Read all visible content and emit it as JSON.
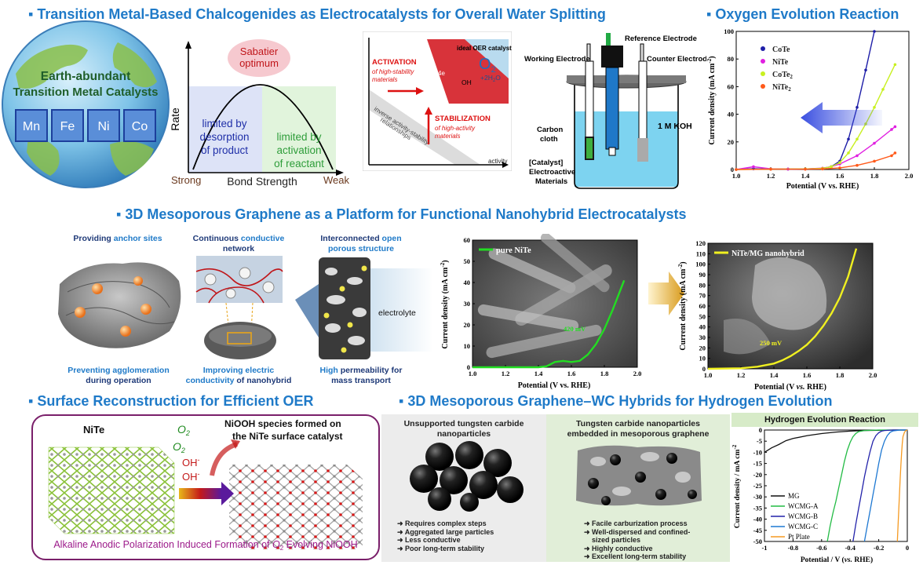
{
  "section_titles": {
    "s1": "Transition Metal-Based Chalcogenides as Electrocatalysts for Overall Water Splitting",
    "s2": "Oxygen Evolution Reaction",
    "s3": "3D Mesoporous Graphene as a Platform for Functional Nanohybrid Electrocatalysts",
    "s4": "Surface Reconstruction for Efficient OER",
    "s5": "3D Mesoporous Graphene–WC Hybrids for Hydrogen Evolution"
  },
  "globe": {
    "line1": "Earth-abundant",
    "line2": "Transition Metal Catalysts",
    "elements": [
      "Mn",
      "Fe",
      "Ni",
      "Co"
    ]
  },
  "sabatier": {
    "optimum_line1": "Sabatier",
    "optimum_line2": "optimum",
    "ylabel": "Rate",
    "xlabel": "Bond  Strength",
    "x_left": "Strong",
    "x_right": "Weak",
    "left_region": [
      "limited by",
      "desorption",
      "of product"
    ],
    "right_region": [
      "limited by",
      "activation",
      "of reactant"
    ]
  },
  "activity_stability": {
    "activation_title": "ACTIVATION",
    "activation_sub1": "of high-stability",
    "activation_sub2": "materials",
    "ideal_label": "ideal OER catalyst",
    "o2": "O",
    "o2_sub": "2",
    "h2o": "+2H",
    "h2o_sub": "2",
    "h2o_end": "O",
    "e_label": "4e",
    "oh_label": "OH",
    "stabilization_title": "STABILIZATION",
    "stabilization_sub1": "of high-activity",
    "stabilization_sub2": "materials",
    "inverse1": "inverse activity-stability",
    "inverse2": "relationships",
    "xaxis": "activity"
  },
  "cell": {
    "reference": "Reference Electrode",
    "working": "Working Electrode",
    "counter": "Counter Electrode",
    "carbon1": "Carbon",
    "carbon2": "cloth",
    "koh": "1 M KOH",
    "catalyst1": "[Catalyst]",
    "catalyst2": "Electroactive",
    "catalyst3": "Materials"
  },
  "oer_chart": {
    "legend": [
      "CoTe",
      "NiTe",
      "CoTe",
      "NiTe"
    ],
    "legend_subs": [
      "",
      "",
      "2",
      "2"
    ],
    "ylabel": "Current density (mA cm",
    "ylabel_sup": "-2",
    "ylabel_end": ")",
    "xlabel": "Potential (V vs. RHE)",
    "xticks": [
      "1.0",
      "1.2",
      "1.4",
      "1.6",
      "1.8",
      "2.0"
    ],
    "yticks": [
      "0",
      "20",
      "40",
      "60",
      "80",
      "100"
    ]
  },
  "platform": {
    "p1_title_a": "Providing ",
    "p1_title_b": "anchor sites",
    "p1_caption1": "Preventing agglomeration",
    "p1_caption2": "during operation",
    "p2_title_a": "Continuous ",
    "p2_title_b": "conductive",
    "p2_title_c": "network",
    "p2_caption1": "Improving electric",
    "p2_caption2a": "conductivity",
    "p2_caption2b": " of nanohybrid",
    "p3_title_a": "Interconnected ",
    "p3_title_b": "open",
    "p3_title_c": "porous structure",
    "p3_caption1a": "High",
    "p3_caption1b": " permeability for",
    "p3_caption2": "mass transport",
    "electrolyte": "electrolyte"
  },
  "nite_chart": {
    "legend": "pure NiTe",
    "annotation": "420 mV",
    "ylabel": "Current density (mA cm",
    "ylabel_sup": "-2",
    "ylabel_end": ")",
    "xlabel": "Potential (V vs. RHE)",
    "xticks": [
      "1.0",
      "1.2",
      "1.4",
      "1.6",
      "1.8",
      "2.0"
    ],
    "yticks": [
      "0",
      "10",
      "20",
      "30",
      "40",
      "50",
      "60"
    ]
  },
  "nitemg_chart": {
    "legend": "NiTe/MG nanohybrid",
    "annotation": "250 mV",
    "ylabel": "Current density (mA cm",
    "ylabel_sup": "-2",
    "ylabel_end": ")",
    "xlabel_a": "Potential (V ",
    "xlabel_b": "vs.",
    "xlabel_c": " RHE)",
    "xticks": [
      "1.0",
      "1.2",
      "1.4",
      "1.6",
      "1.8",
      "2.0"
    ],
    "yticks": [
      "0",
      "10",
      "20",
      "30",
      "40",
      "50",
      "60",
      "70",
      "80",
      "90",
      "100",
      "110",
      "120"
    ]
  },
  "reconstruction": {
    "nite": "NiTe",
    "niooh1": "NiOOH species formed on",
    "niooh2": "the NiTe surface catalyst",
    "o2a": "O",
    "o2b": "O",
    "two": "2",
    "oh": "OH",
    "minus": "-",
    "caption_a": "Alkaline Anodic Polarization Induced Formation of ",
    "caption_o": "O",
    "caption_2": "2",
    "caption_b": " Evolving NiOOH"
  },
  "wc": {
    "left_title1": "Unsupported tungsten carbide",
    "left_title2": "nanoparticles",
    "left_bullets": [
      "Requires complex steps",
      "Aggregated large particles",
      "Less conductive",
      "Poor long-term stability"
    ],
    "right_title1": "Tungsten carbide nanoparticles",
    "right_title2": "embedded in mesoporous graphene",
    "right_bullets": [
      "Facile carburization process",
      "Well-dispersed and confined-",
      "sized particles",
      "Highly conductive",
      "Excellent long-term stability"
    ]
  },
  "her_chart": {
    "title": "Hydrogen Evolution Reaction",
    "legend": [
      "MG",
      "WCMG-A",
      "WCMG-B",
      "WCMG-C",
      "Pt Plate"
    ],
    "ylabel": "Current density / mA cm",
    "ylabel_sup": "-2",
    "xlabel_a": "Potential / V (",
    "xlabel_b": "vs.",
    "xlabel_c": " RHE)",
    "xticks": [
      "-1",
      "-0.8",
      "-0.6",
      "-0.4",
      "-0.2",
      "0"
    ],
    "yticks": [
      "0",
      "-5",
      "-10",
      "-15",
      "-20",
      "-25",
      "-30",
      "-35",
      "-40",
      "-45",
      "-50"
    ]
  },
  "chart_data": [
    {
      "type": "line",
      "title": "Oxygen Evolution Reaction",
      "xlabel": "Potential (V vs. RHE)",
      "ylabel": "Current density (mA cm-2)",
      "xlim": [
        1.0,
        2.0
      ],
      "ylim": [
        0,
        100
      ],
      "series": [
        {
          "name": "CoTe",
          "color": "#1e1ea8",
          "x": [
            1.0,
            1.1,
            1.2,
            1.3,
            1.4,
            1.5,
            1.55,
            1.6,
            1.65,
            1.7,
            1.75,
            1.8
          ],
          "y": [
            0,
            0.5,
            0.3,
            0.3,
            0.4,
            0.8,
            2,
            6,
            22,
            45,
            72,
            100
          ]
        },
        {
          "name": "NiTe",
          "color": "#e020e0",
          "x": [
            1.0,
            1.1,
            1.2,
            1.3,
            1.4,
            1.5,
            1.55,
            1.6,
            1.7,
            1.8,
            1.9,
            1.92
          ],
          "y": [
            0,
            2,
            0.5,
            0.3,
            0.4,
            1,
            2,
            4,
            10,
            19,
            29,
            31
          ]
        },
        {
          "name": "CoTe2",
          "color": "#c8f020",
          "x": [
            1.0,
            1.2,
            1.4,
            1.5,
            1.55,
            1.6,
            1.65,
            1.7,
            1.75,
            1.8,
            1.85,
            1.92
          ],
          "y": [
            0,
            0.3,
            0.4,
            0.8,
            2,
            5,
            12,
            22,
            33,
            45,
            58,
            76
          ]
        },
        {
          "name": "NiTe2",
          "color": "#ff5a1a",
          "x": [
            1.0,
            1.2,
            1.4,
            1.5,
            1.6,
            1.7,
            1.8,
            1.9,
            1.92
          ],
          "y": [
            0,
            0.2,
            0.2,
            0.4,
            1.2,
            3,
            6,
            10,
            12
          ]
        }
      ]
    },
    {
      "type": "line",
      "xlabel": "Potential (V vs. RHE)",
      "ylabel": "Current density (mA cm-2)",
      "xlim": [
        1.0,
        2.0
      ],
      "ylim": [
        0,
        60
      ],
      "series": [
        {
          "name": "pure NiTe",
          "color": "#22dd22",
          "x": [
            1.0,
            1.2,
            1.4,
            1.45,
            1.5,
            1.55,
            1.6,
            1.65,
            1.7,
            1.75,
            1.8,
            1.85,
            1.92
          ],
          "y": [
            0,
            0,
            0,
            0.5,
            2.5,
            3,
            2.5,
            3,
            6,
            11,
            18,
            27,
            41
          ]
        }
      ]
    },
    {
      "type": "line",
      "xlabel": "Potential (V vs. RHE)",
      "ylabel": "Current density (mA cm-2)",
      "xlim": [
        1.0,
        2.0
      ],
      "ylim": [
        0,
        120
      ],
      "series": [
        {
          "name": "NiTe/MG nanohybrid",
          "color": "#f0f020",
          "x": [
            1.0,
            1.2,
            1.3,
            1.4,
            1.45,
            1.5,
            1.55,
            1.6,
            1.65,
            1.7,
            1.75,
            1.8,
            1.85,
            1.9
          ],
          "y": [
            0,
            0.5,
            2,
            5,
            8,
            12,
            17,
            23,
            31,
            41,
            53,
            68,
            88,
            115
          ]
        }
      ]
    },
    {
      "type": "line",
      "title": "Hydrogen Evolution Reaction",
      "xlabel": "Potential / V (vs. RHE)",
      "ylabel": "Current density / mA cm-2",
      "xlim": [
        -1.0,
        0.0
      ],
      "ylim": [
        -50,
        0
      ],
      "series": [
        {
          "name": "MG",
          "color": "#111111",
          "x": [
            -1.0,
            -0.95,
            -0.9,
            -0.85,
            -0.8,
            -0.7,
            -0.6,
            -0.5,
            -0.4,
            -0.3,
            -0.2,
            -0.1,
            0.0
          ],
          "y": [
            -10,
            -8,
            -6.5,
            -4.8,
            -3.8,
            -2.5,
            -1.6,
            -0.9,
            -0.5,
            -0.2,
            -0.1,
            0,
            0
          ]
        },
        {
          "name": "WCMG-A",
          "color": "#22bb44",
          "x": [
            -0.56,
            -0.54,
            -0.52,
            -0.5,
            -0.48,
            -0.46,
            -0.44,
            -0.42,
            -0.4,
            -0.38,
            -0.36,
            -0.34,
            -0.3,
            -0.2,
            0.0
          ],
          "y": [
            -50,
            -43,
            -37,
            -32,
            -26,
            -20,
            -14,
            -9,
            -5.5,
            -3,
            -1.5,
            -0.7,
            -0.2,
            0,
            0
          ]
        },
        {
          "name": "WCMG-B",
          "color": "#2222aa",
          "x": [
            -0.38,
            -0.36,
            -0.34,
            -0.32,
            -0.3,
            -0.28,
            -0.26,
            -0.24,
            -0.22,
            -0.2,
            -0.18,
            -0.16,
            -0.1,
            0.0
          ],
          "y": [
            -50,
            -42,
            -35,
            -28,
            -21,
            -15,
            -9.5,
            -5,
            -2.5,
            -1.2,
            -0.5,
            -0.2,
            0,
            0
          ]
        },
        {
          "name": "WCMG-C",
          "color": "#1e78d2",
          "x": [
            -0.3,
            -0.28,
            -0.26,
            -0.24,
            -0.22,
            -0.2,
            -0.18,
            -0.16,
            -0.14,
            -0.12,
            -0.1,
            -0.05,
            0.0
          ],
          "y": [
            -50,
            -43,
            -36,
            -29,
            -22,
            -15,
            -9,
            -5,
            -2.5,
            -1,
            -0.4,
            0,
            0
          ]
        },
        {
          "name": "Pt Plate",
          "color": "#f59a22",
          "x": [
            -0.07,
            -0.065,
            -0.06,
            -0.055,
            -0.05,
            -0.045,
            -0.04,
            -0.035,
            -0.03,
            -0.02,
            -0.01,
            0.0
          ],
          "y": [
            -50,
            -43,
            -36,
            -29,
            -22,
            -16,
            -10.5,
            -6,
            -3,
            -1,
            -0.2,
            0
          ]
        }
      ]
    }
  ]
}
